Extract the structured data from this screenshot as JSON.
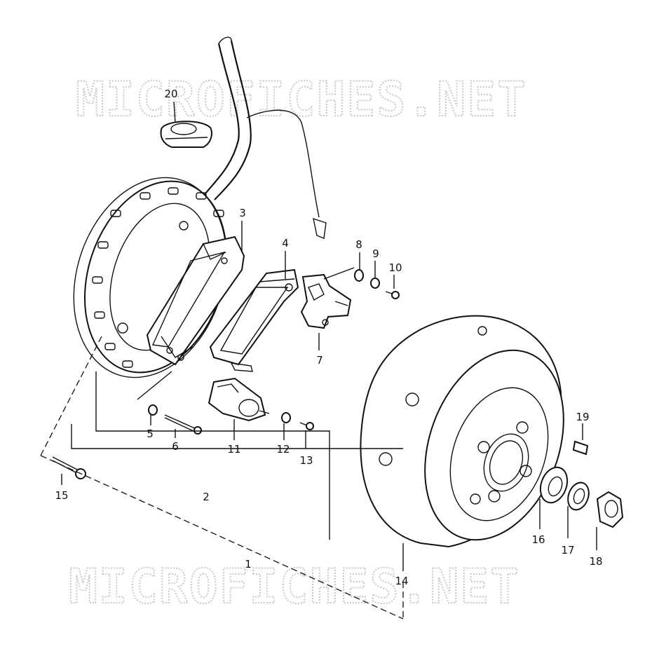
{
  "watermark": {
    "top": "MICROFICHES.NET",
    "bottom": "MICROFICHES.NET"
  },
  "callouts": {
    "c1": "1",
    "c2": "2",
    "c3": "3",
    "c4": "4",
    "c5": "5",
    "c6": "6",
    "c7": "7",
    "c8": "8",
    "c9": "9",
    "c10": "10",
    "c11": "11",
    "c12": "12",
    "c13": "13",
    "c14": "14",
    "c15": "15",
    "c16": "16",
    "c17": "17",
    "c18": "18",
    "c19": "19",
    "c20": "20"
  },
  "colors": {
    "ink": "#111111",
    "paper": "#ffffff",
    "watermark": "#c9c9c9"
  }
}
